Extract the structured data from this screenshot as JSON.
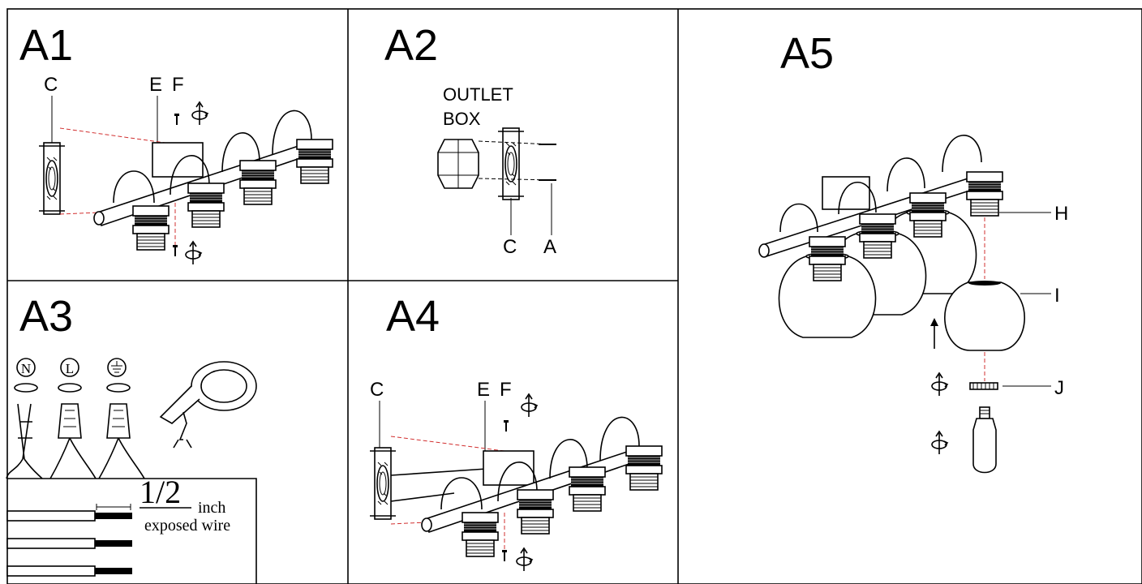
{
  "panels": {
    "a1": {
      "title": "A1",
      "labels": {
        "c": "C",
        "e": "E",
        "f": "F"
      }
    },
    "a2": {
      "title": "A2",
      "outlet_line1": "OUTLET",
      "outlet_line2": "BOX",
      "labels": {
        "c": "C",
        "a": "A"
      }
    },
    "a3": {
      "title": "A3",
      "wire_n": "N",
      "wire_l": "L",
      "ground_symbol": "ground-symbol",
      "strip_fraction": "1/2",
      "strip_unit": "inch",
      "strip_note": "exposed wire"
    },
    "a4": {
      "title": "A4",
      "labels": {
        "c": "C",
        "e": "E",
        "f": "F"
      }
    },
    "a5": {
      "title": "A5",
      "labels": {
        "h": "H",
        "i": "I",
        "j": "J"
      }
    }
  },
  "icons": [
    "rotate-arrow-icon",
    "arrow-up-icon",
    "arrow-down-icon",
    "screw-icon",
    "wire-nut-icon",
    "electrical-tape-icon",
    "bulb-icon",
    "glass-shade-icon",
    "socket-icon"
  ]
}
